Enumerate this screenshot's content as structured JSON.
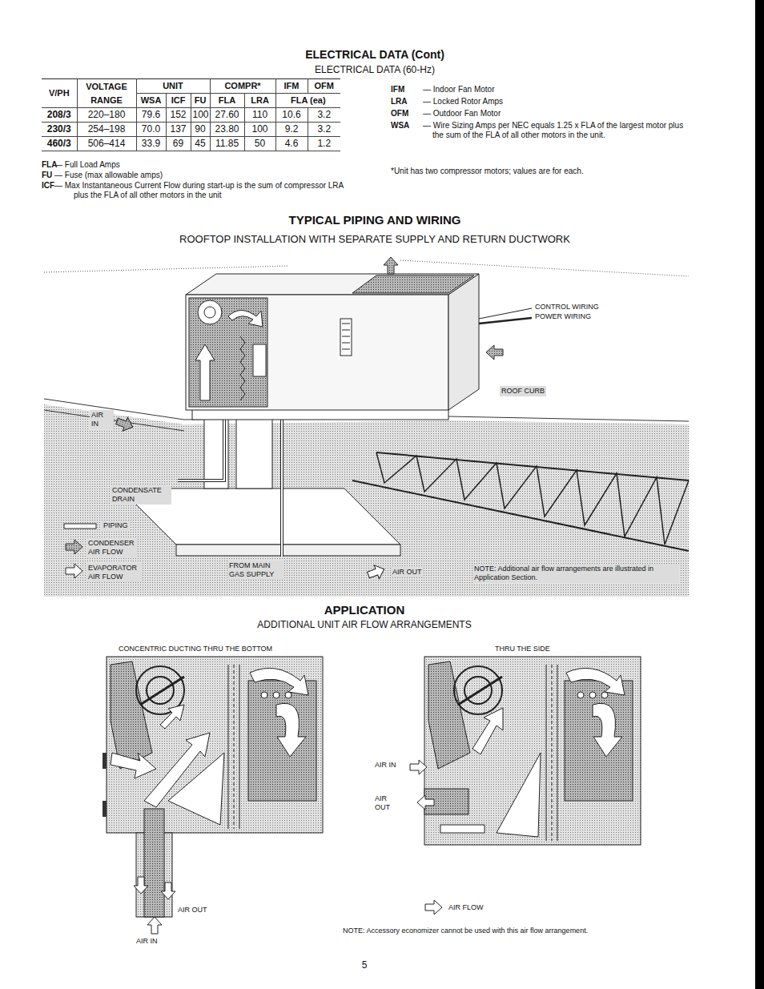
{
  "diagram": {
    "title": "ELECTRICAL DATA (Cont)",
    "labels": [
      "ELECTRICAL DATA (60-Hz)",
      "V/PH",
      "VOLTAGE RANGE",
      "UNIT",
      "COMPR*",
      "IFM",
      "OFM",
      "WSA",
      "ICF",
      "FU",
      "FLA",
      "LRA",
      "FLA (ea)",
      "208/3",
      "220–180",
      "79.6",
      "152",
      "100",
      "27.60",
      "110",
      "10.6",
      "3.2",
      "230/3",
      "254–198",
      "70.0",
      "137",
      "90",
      "23.80",
      "100",
      "9.2",
      "3.2",
      "460/3",
      "506–414",
      "33.9",
      "69",
      "45",
      "11.85",
      "50",
      "4.6",
      "1.2",
      "FLA",
      "— Full Load Amps",
      "FU",
      "— Fuse (max allowable amps)",
      "ICF",
      "— Max Instantaneous Current Flow during start-up is the sum of compressor LRA plus the FLA of all other motors in the unit",
      "IFM",
      "— Indoor Fan Motor",
      "LRA",
      "— Locked Rotor Amps",
      "OFM",
      "— Outdoor Fan Motor",
      "WSA",
      "— Wire Sizing Amps per NEC equals 1.25 x FLA of the largest motor plus the sum of the FLA of all other motors in the unit.",
      "*Unit has two compressor motors; values are for each.",
      "TYPICAL PIPING AND WIRING",
      "ROOFTOP INSTALLATION WITH SEPARATE SUPPLY AND RETURN DUCTWORK",
      "CONTROL WIRING",
      "POWER WIRING",
      "ROOF CURB",
      "AIR IN",
      "CONDENSATE DRAIN",
      "FROM MAIN GAS SUPPLY",
      "AIR OUT",
      "NOTE: Additional air flow arrangements are illustrated in Application Section.",
      "APPLICATION",
      "ADDITIONAL UNIT AIR FLOW ARRANGEMENTS",
      "CONCENTRIC DUCTING THRU THE BOTTOM",
      "AIR OUT",
      "AIR IN",
      "THRU THE SIDE",
      "AIR IN",
      "AIR OUT",
      "NOTE: Accessory economizer cannot be used with this air flow arrangement.",
      "5"
    ],
    "legend": [
      {
        "text": "PIPING"
      },
      {
        "text": "CONDENSER AIR FLOW"
      },
      {
        "text": "EVAPORATOR AIR FLOW"
      },
      {
        "text": "AIR FLOW"
      }
    ]
  }
}
